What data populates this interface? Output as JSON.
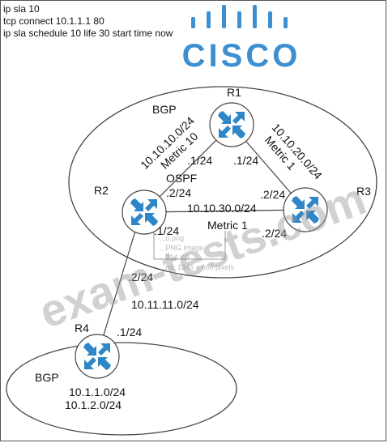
{
  "config_lines": [
    "ip sla 10",
    "tcp connect 10.1.1.1 80",
    "ip sla schedule 10 life 30 start time now"
  ],
  "logo": {
    "text": "CISCO",
    "color": "#3d8fd0"
  },
  "watermark": "exam-tests.com",
  "ghost_text": [
    "...o.png",
    "...PNG image",
    "...214 KB",
    "...ns: 1345 x 660 pixels"
  ],
  "areas": {
    "top_bgp": "BGP",
    "ospf": "OSPF",
    "bottom_bgp": "BGP"
  },
  "routers": {
    "r1": "R1",
    "r2": "R2",
    "r3": "R3",
    "r4": "R4"
  },
  "links": {
    "r1_r2": {
      "network": "10.10.10.0/24",
      "metric": "Metric 10",
      "r1_end": ".1/24",
      "r2_end": ".2/24"
    },
    "r1_r3": {
      "network": "10.10.20.0/24",
      "metric": "Metric 1",
      "r1_end": ".1/24",
      "r3_end": ".2/24"
    },
    "r2_r3": {
      "network": "10.10.30.0/24",
      "metric": "Metric 1",
      "r2_end": ".1/24",
      "r3_end": ".2/24"
    },
    "r2_r4": {
      "network": "10.11.11.0/24",
      "r2_end": ".2/24",
      "r4_end": ".1/24"
    }
  },
  "r4_networks": [
    "10.1.1.0/24",
    "10.1.2.0/24"
  ],
  "colors": {
    "router_fill": "#2f86c6",
    "router_arrow": "#ffffff",
    "line": "#444444"
  }
}
